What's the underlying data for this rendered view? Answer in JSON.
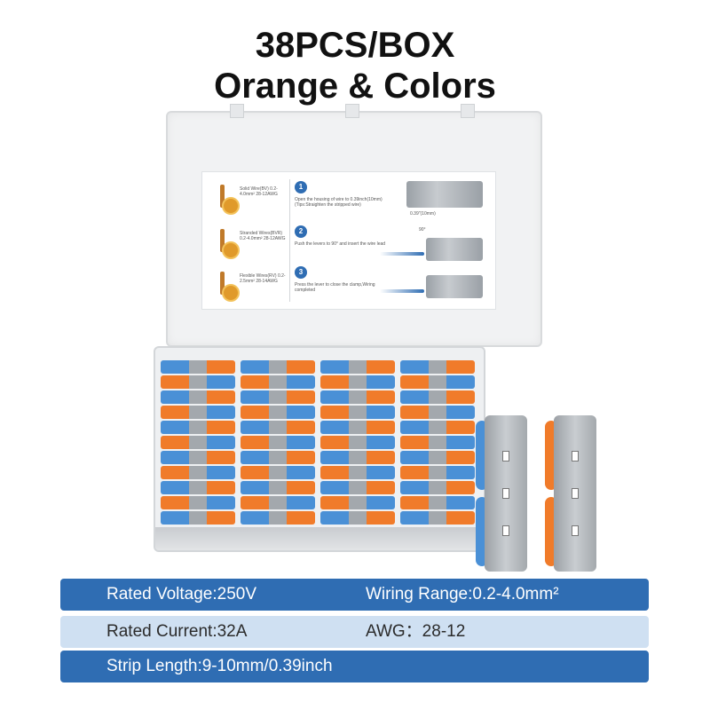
{
  "header": {
    "line1": "38PCS/BOX",
    "line2": "Orange & Colors"
  },
  "instruction_card": {
    "wires": [
      {
        "label": "Solid Wire(BV) 0.2-4.0mm² 28-12AWG"
      },
      {
        "label": "Stranded Wires(BVR) 0.2-4.0mm² 28-12AWG"
      },
      {
        "label": "Flexible Wires(RV) 0.2-2.5mm² 28-14AWG"
      }
    ],
    "steps": [
      {
        "num": "1",
        "text": "Open the housing of wire to 0.39inch(10mm) (Tips:Straighten the stripped wire)",
        "measure": "0.39\"(10mm)"
      },
      {
        "num": "2",
        "text": "Push the levers to 90° and insert the wire lead",
        "angle": "90°"
      },
      {
        "num": "3",
        "text": "Press the lever to close the clamp,Wiring completed"
      }
    ]
  },
  "colors": {
    "orange": "#f07b2a",
    "blue": "#4a90d6",
    "gray": "#a3a8ad",
    "spec_dark": "#2f6db3",
    "spec_light": "#cfe0f2"
  },
  "specs": {
    "row1_left": "Rated Voltage:250V",
    "row1_right": "Wiring Range:0.2-4.0mm²",
    "row2_left": "Rated Current:32A",
    "row2_right": "AWG：28-12",
    "row3_left": "Strip Length:9-10mm/0.39inch"
  }
}
